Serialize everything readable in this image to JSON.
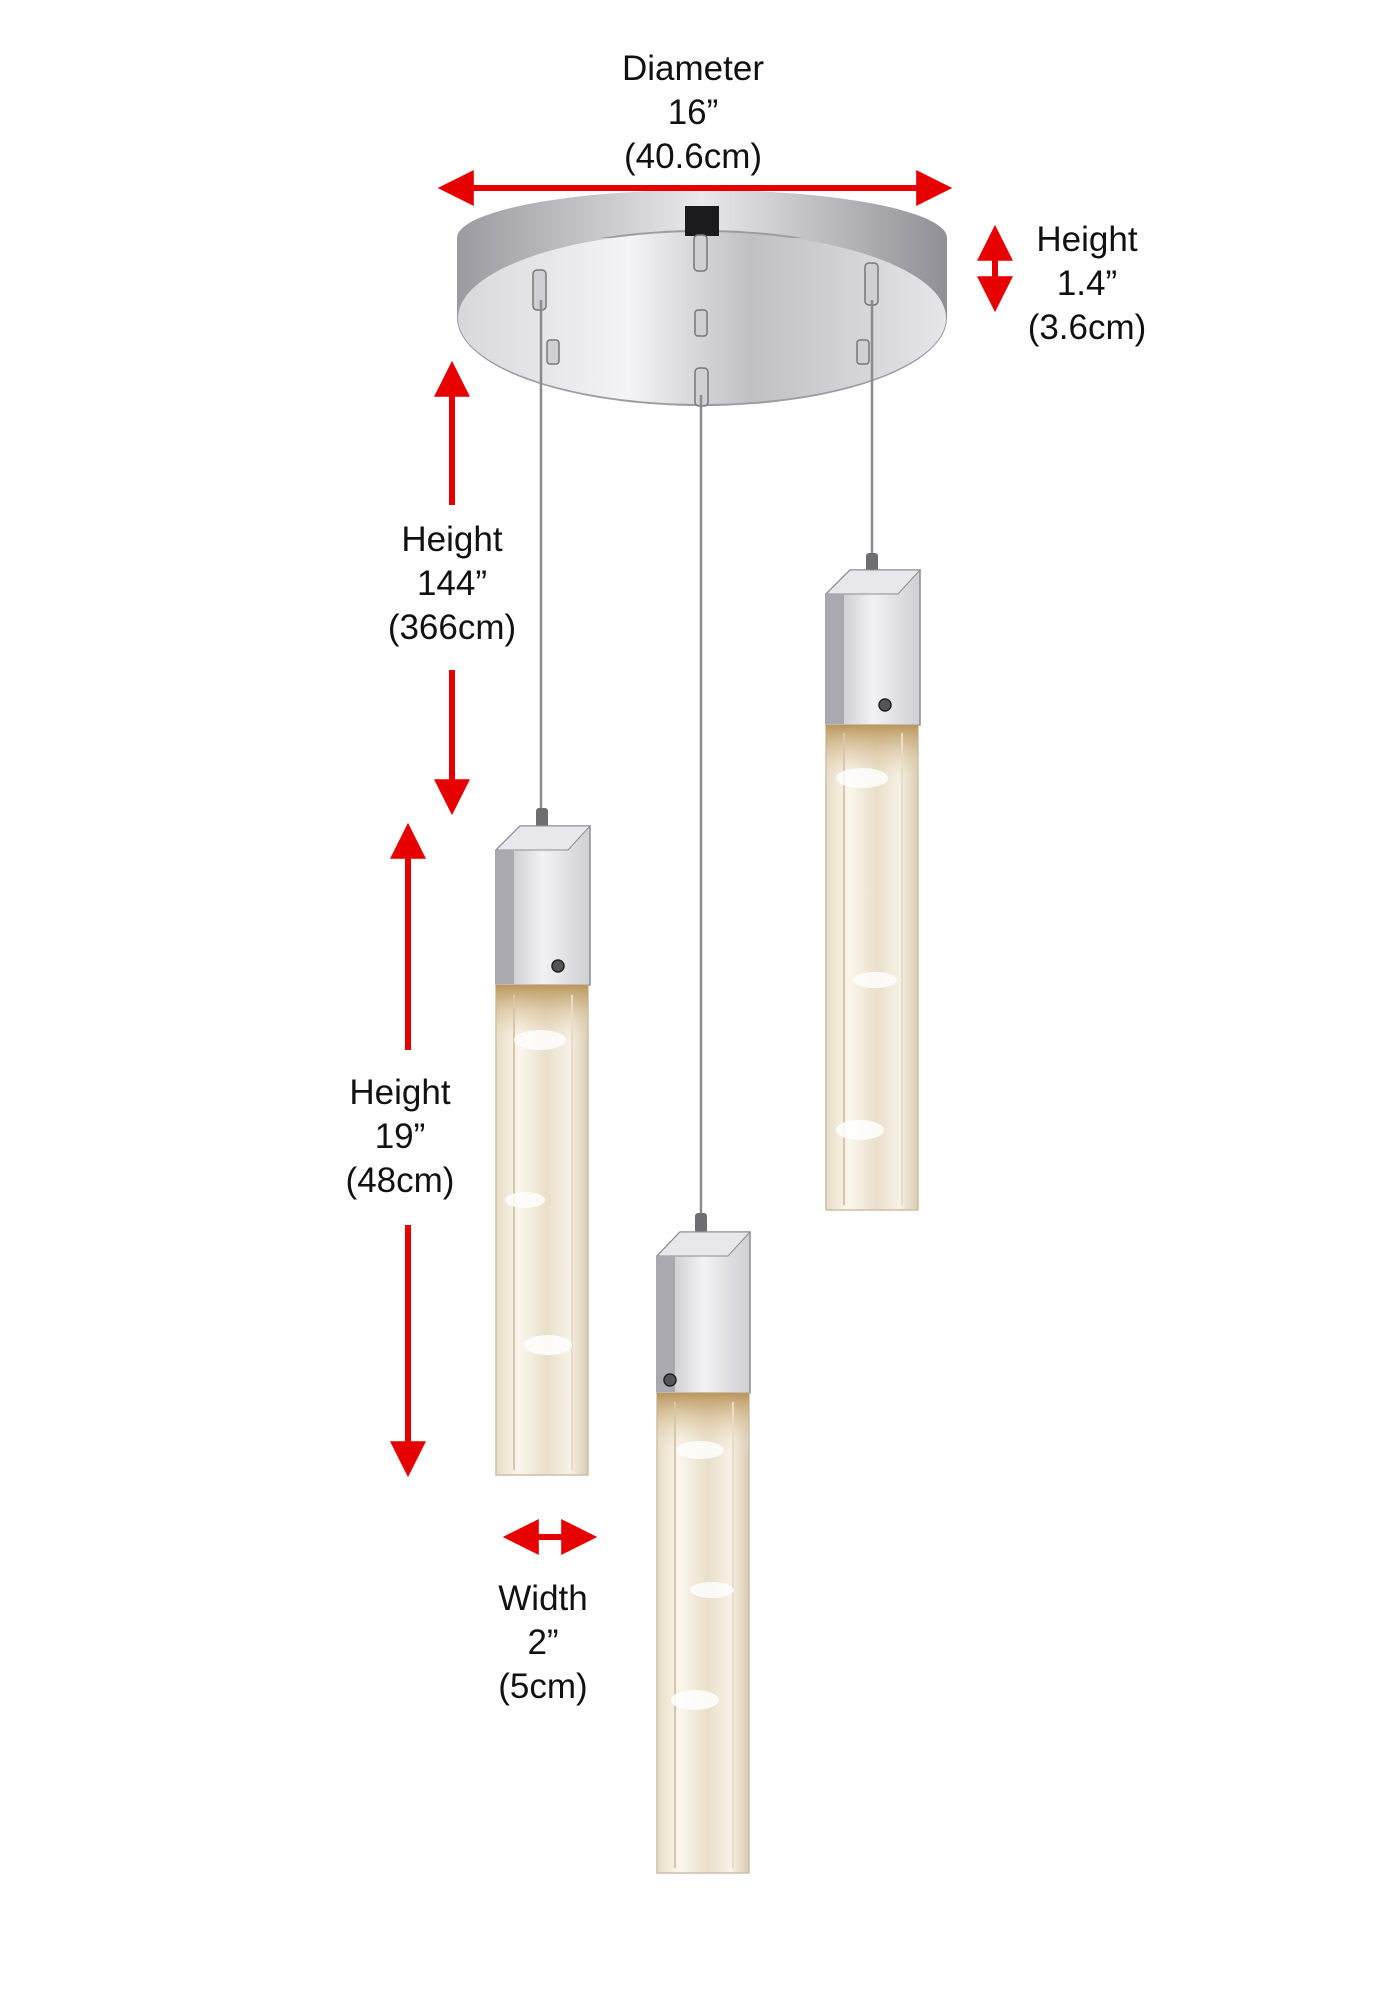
{
  "dimensions": {
    "diameter": {
      "label": "Diameter",
      "inches": "16”",
      "metric": "(40.6cm)"
    },
    "canopy_height": {
      "label": "Height",
      "inches": "1.4”",
      "metric": "(3.6cm)"
    },
    "cord_height": {
      "label": "Height",
      "inches": "144”",
      "metric": "(366cm)"
    },
    "pendant_height": {
      "label": "Height",
      "inches": "19”",
      "metric": "(48cm)"
    },
    "pendant_width": {
      "label": "Width",
      "inches": "2”",
      "metric": "(5cm)"
    }
  },
  "colors": {
    "arrow": "#e60000",
    "chrome": "#c8c8cc",
    "crystal_glow": "#f3e6cf"
  }
}
